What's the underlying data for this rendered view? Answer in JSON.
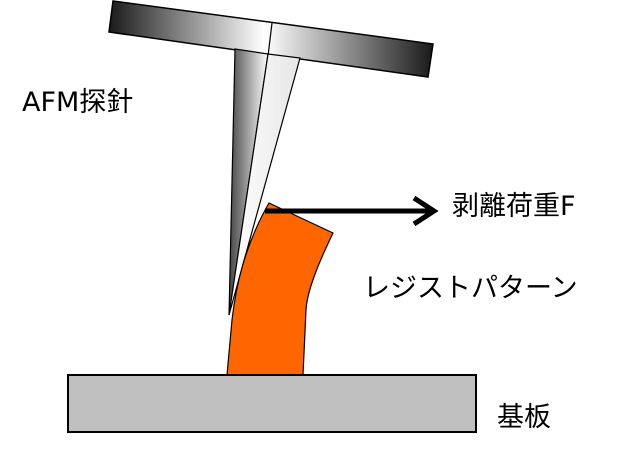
{
  "diagram": {
    "labels": {
      "afm_probe": "AFM探針",
      "peel_force": "剥離荷重F",
      "resist_pattern": "レジストパターン",
      "substrate": "基板"
    },
    "colors": {
      "resist": "#FF6600",
      "substrate": "#C0C0C0",
      "outline": "#000000",
      "arrow": "#000000",
      "cantilever_dark": "#1a1a1a",
      "cantilever_light": "#ffffff"
    },
    "elements": [
      "AFM cantilever",
      "AFM tip",
      "resist pattern (bent)",
      "substrate",
      "peel force arrow"
    ]
  }
}
